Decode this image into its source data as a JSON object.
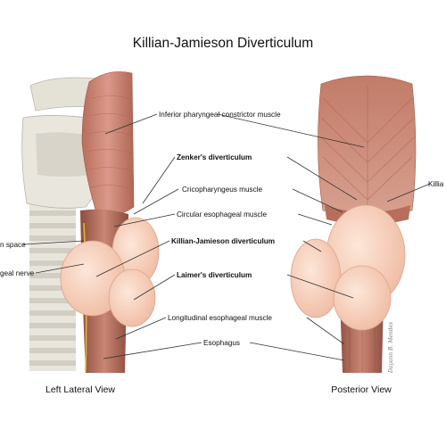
{
  "title": "Killian-Jamieson Diverticulum",
  "labels": {
    "inferior_pharyngeal": "Inferior pharyngeal constrictor muscle",
    "zenker": "Zenker's diverticulum",
    "cricopharyngeus": "Cricopharyngeus muscle",
    "circular": "Circular esophageal muscle",
    "killian_jamieson": "Killian-Jamieson diverticulum",
    "laimer": "Laimer's diverticulum",
    "longitudinal": "Longitudinal esophageal muscle",
    "esophagus": "Esophagus",
    "space_partial": "n space",
    "nerve_partial": "geal nerve",
    "killian_partial": "Killia"
  },
  "views": {
    "left": "Left Lateral View",
    "posterior": "Posterior View"
  },
  "signature": "Dayann B. Mendes",
  "colors": {
    "muscle": "#c98673",
    "muscle_dark": "#a9604f",
    "sac": "#f6d1bd",
    "sac_edge": "#d9a48c",
    "cartilage": "#e6e3da",
    "trachea_ring": "#d9d6cc",
    "nerve": "#e0b62c"
  }
}
